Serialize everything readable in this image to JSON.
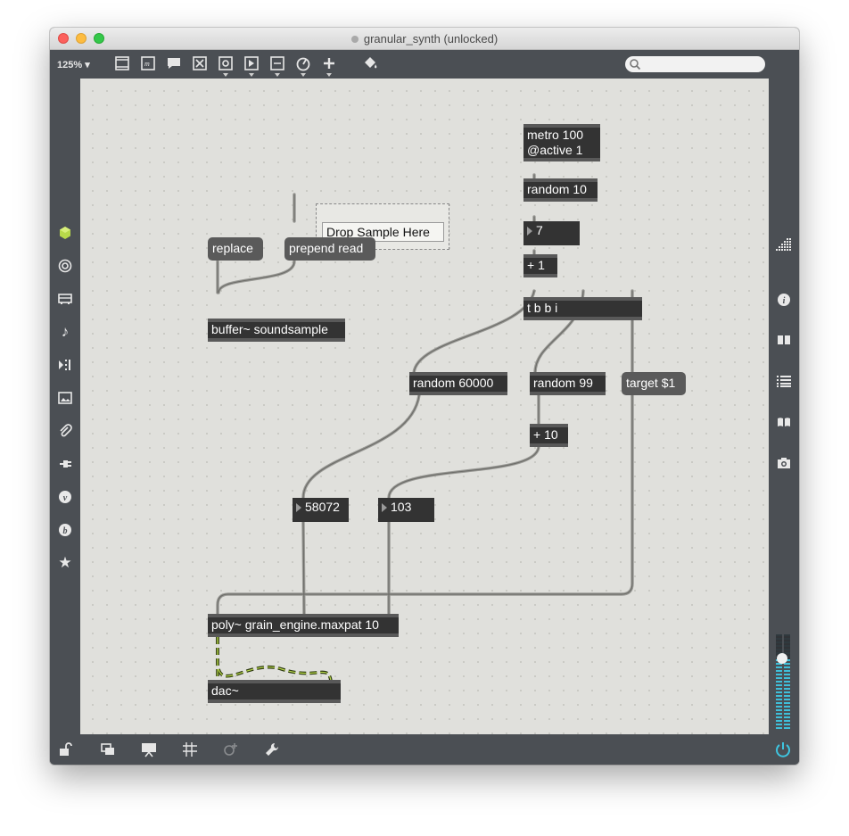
{
  "window": {
    "title": "granular_synth (unlocked)"
  },
  "toolbar": {
    "zoom": "125%",
    "search": {
      "value": "",
      "placeholder": ""
    }
  },
  "left_sidebar_icons": [
    "cube-icon",
    "target-icon",
    "bus-icon",
    "music-note-icon",
    "sequence-icon",
    "image-icon",
    "paperclip-icon",
    "plug-icon",
    "vizzie-icon",
    "bpatcher-icon",
    "star-icon"
  ],
  "right_sidebar_icons": [
    "grid-icon",
    "info-icon",
    "book-open-icon",
    "list-icon",
    "reference-icon",
    "snapshot-icon"
  ],
  "bottom_icons": [
    "lock-icon",
    "windows-icon",
    "presentation-icon",
    "grid-snap-icon",
    "add-device-icon",
    "wrench-icon"
  ],
  "patch": {
    "metro": {
      "line1": "metro 100",
      "line2": "@active 1"
    },
    "random10": "random 10",
    "num7": "7",
    "plus1": "+ 1",
    "tbbi": "t b b i",
    "drop_sample": "Drop Sample Here",
    "replace": "replace",
    "prepend_read": "prepend read",
    "buffer": "buffer~ soundsample",
    "random60000": "random 60000",
    "random99": "random 99",
    "target": "target $1",
    "plus10": "+ 10",
    "num58072": "58072",
    "num103": "103",
    "poly": "poly~ grain_engine.maxpat 10",
    "dac": "dac~"
  },
  "colors": {
    "canvas": "#e0e0dc",
    "chrome": "#4b4f54",
    "object": "#333333",
    "meter": "#3ec5e0",
    "audio_cord": "#2e3a12"
  }
}
